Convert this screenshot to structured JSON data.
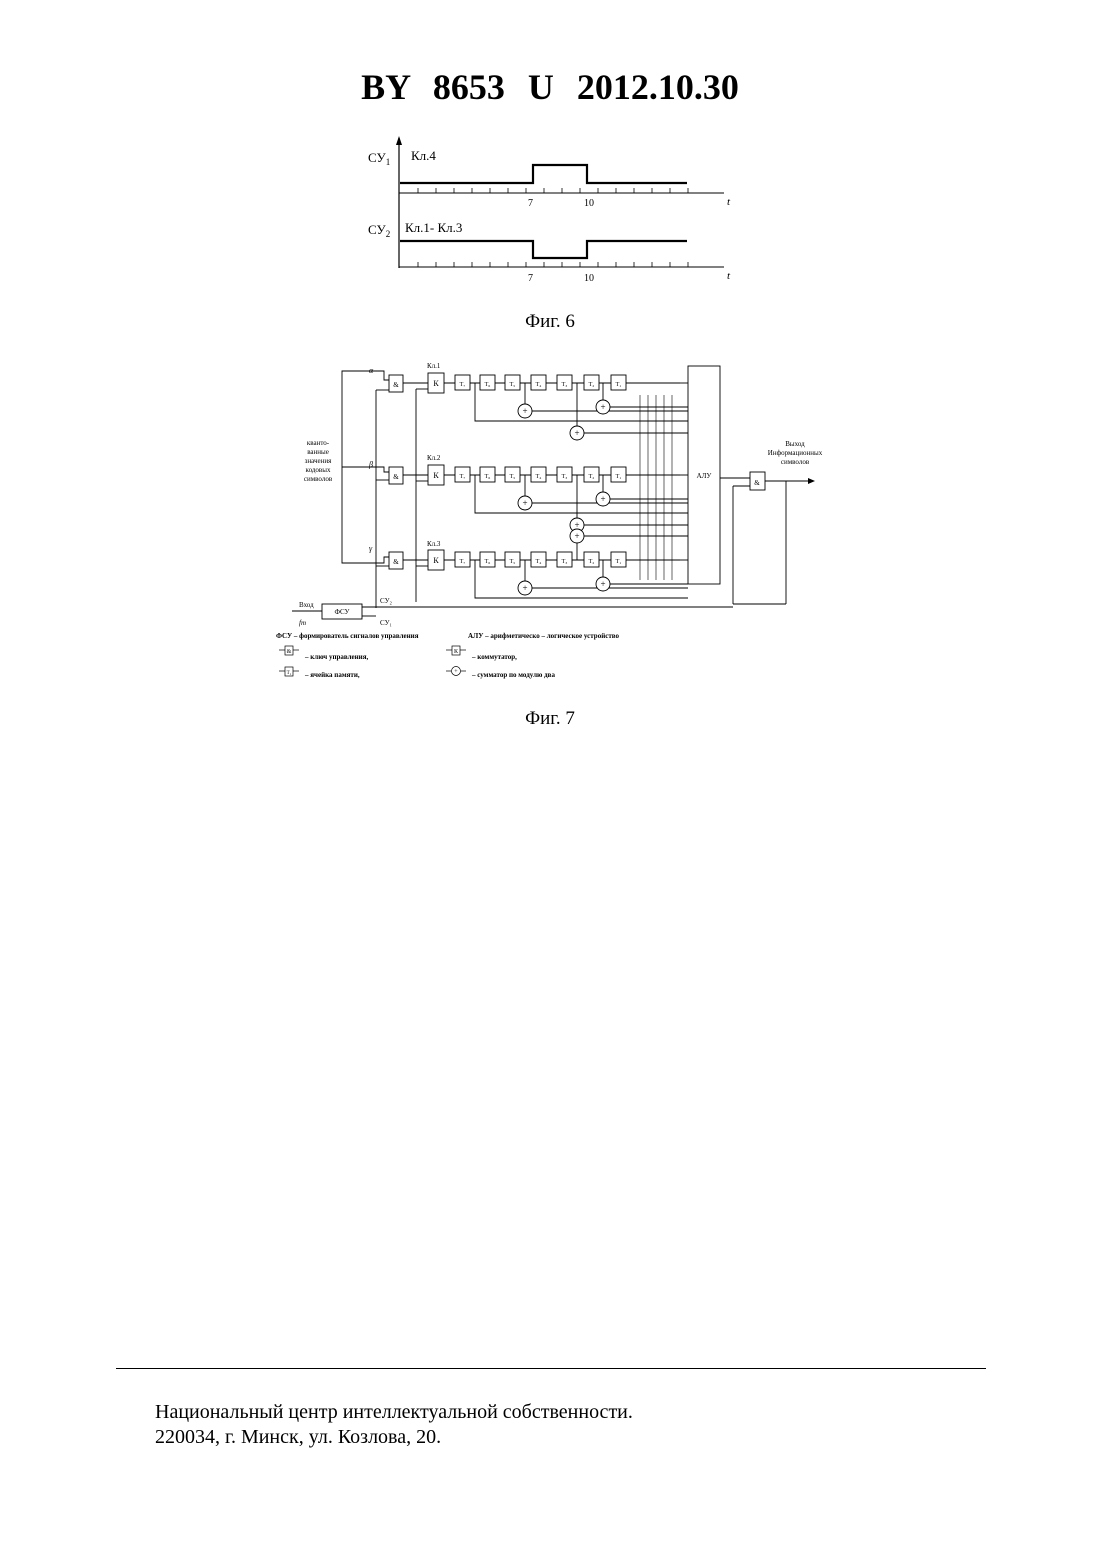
{
  "header": {
    "title": "BY  8653  U  2012.10.30"
  },
  "fig6": {
    "caption": "Фиг. 6",
    "signal1": {
      "label_main": "СУ",
      "label_sub": "1",
      "key": "Кл.4"
    },
    "signal2": {
      "label_main": "СУ",
      "label_sub": "2",
      "key": "Кл.1- Кл.3"
    },
    "tick_labels": [
      "7",
      "10"
    ],
    "axis_var": "t"
  },
  "fig7": {
    "caption": "Фиг. 7",
    "inputs": [
      "α",
      "β",
      "γ"
    ],
    "group_label": [
      "кванто-",
      "ванные",
      "значения",
      "кодовых",
      "символов"
    ],
    "key_labels": [
      "Кл.1",
      "Кл.2",
      "Кл.3"
    ],
    "and_symbol": "&",
    "commutator_symbol": "К",
    "memory_cells": [
      "T₇",
      "T₆",
      "T₅",
      "T₄",
      "T₃",
      "T₂",
      "T₁"
    ],
    "alu_label": "АЛУ",
    "output_label": [
      "Выход",
      "Информационных",
      "символов"
    ],
    "input_label": "Вход",
    "freq_label": "fт",
    "fsu_label": "ФСУ",
    "su2_label": "СУ₂",
    "su1_label": "СУ₁",
    "legend": {
      "fsu": "ФСУ – формирователь сигналов управления",
      "alu": "АЛУ – арифметическо – логическое устройство",
      "key": "– ключ управления,",
      "commutator": "– коммутатор,",
      "memory": "– ячейка памяти,",
      "adder": "– сумматор по модулю два"
    }
  },
  "footer": {
    "line1": "Национальный центр интеллектуальной собственности.",
    "line2": "220034, г. Минск, ул. Козлова, 20."
  }
}
